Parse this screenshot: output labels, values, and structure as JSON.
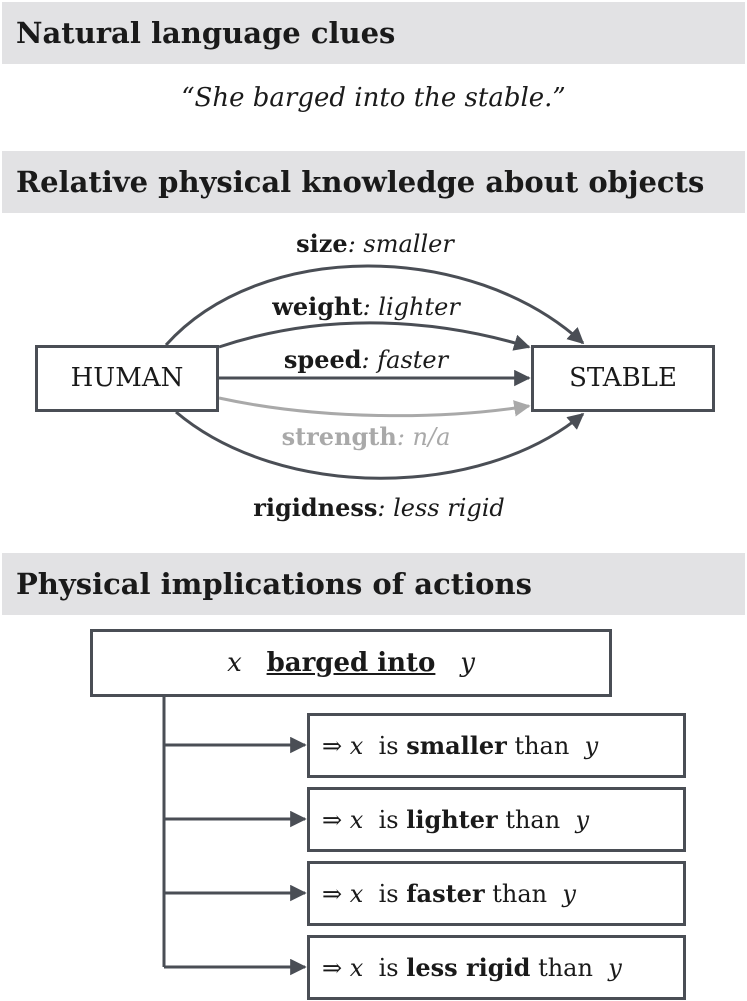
{
  "sections": {
    "clues_title": "Natural language clues",
    "knowledge_title": "Relative physical knowledge about objects",
    "implications_title": "Physical implications of actions"
  },
  "sentence": "“She barged into the stable.”",
  "nodes": {
    "source": "HUMAN",
    "target": "STABLE"
  },
  "relations": [
    {
      "attribute": "size",
      "value": ": smaller",
      "color": "#4a4e55"
    },
    {
      "attribute": "weight",
      "value": ": lighter",
      "color": "#4a4e55"
    },
    {
      "attribute": "speed",
      "value": ": faster",
      "color": "#4a4e55"
    },
    {
      "attribute": "strength",
      "value": ": n/a",
      "color": "#a9a9a9"
    },
    {
      "attribute": "rigidness",
      "value": ": less rigid",
      "color": "#4a4e55"
    }
  ],
  "action": {
    "x": "x",
    "verb": "barged into",
    "y": "y"
  },
  "implications": [
    {
      "arrow": "⇒",
      "x": "x",
      "is": "is",
      "comparative": "smaller",
      "than": "than",
      "y": "y"
    },
    {
      "arrow": "⇒",
      "x": "x",
      "is": "is",
      "comparative": "lighter",
      "than": "than",
      "y": "y"
    },
    {
      "arrow": "⇒",
      "x": "x",
      "is": "is",
      "comparative": "faster",
      "than": "than",
      "y": "y"
    },
    {
      "arrow": "⇒",
      "x": "x",
      "is": "is",
      "comparative": "less rigid",
      "than": "than",
      "y": "y"
    }
  ],
  "colors": {
    "edge": "#4a4e55",
    "edge_faded": "#a9a9a9",
    "header_bg": "#e2e2e4"
  }
}
